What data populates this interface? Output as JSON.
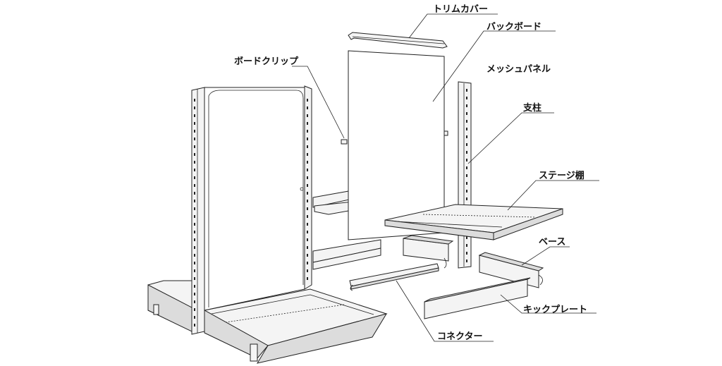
{
  "labels": {
    "trim_cover": "トリムカバー",
    "back_board": "バックボード",
    "mesh_panel": "メッシュパネル",
    "board_clip": "ボードクリップ",
    "pillar": "支柱",
    "stage_shelf": "ステージ棚",
    "base": "ベース",
    "kick_plate": "キックプレート",
    "connector": "コネクター"
  }
}
